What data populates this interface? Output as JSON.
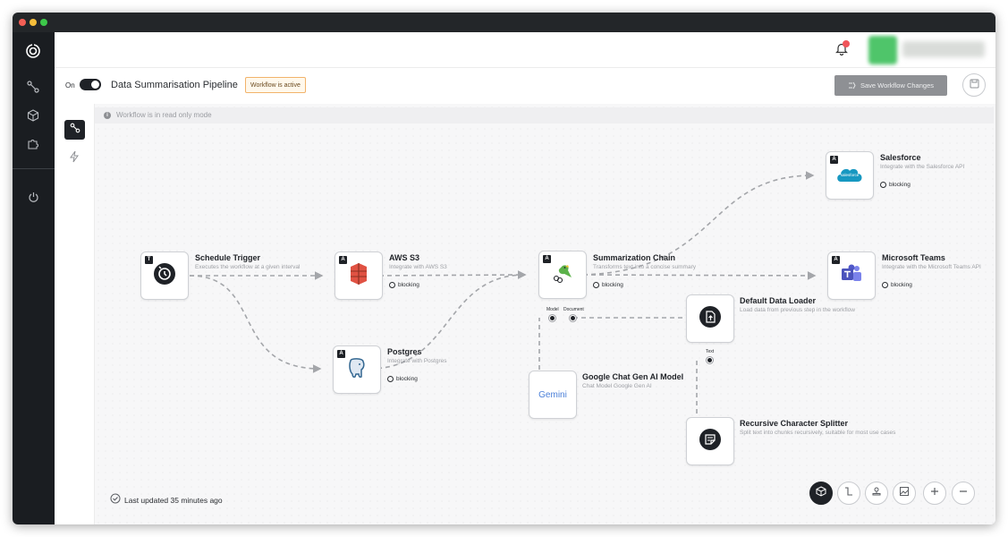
{
  "titlebar": {
    "dots": [
      "#f45f55",
      "#f6be3b",
      "#3dc84a"
    ]
  },
  "header": {
    "notification_dot_color": "#f0555a",
    "avatar_color": "#4fc56a"
  },
  "workflow": {
    "toggle_label": "On",
    "name": "Data Summarisation Pipeline",
    "status_badge": "Workflow is active",
    "save_button": "Save Workflow Changes"
  },
  "canvas": {
    "readonly_notice": "Workflow is in read only mode",
    "last_updated": "Last updated 35 minutes ago"
  },
  "nodes": {
    "schedule": {
      "badge": "T",
      "title": "Schedule Trigger",
      "desc": "Executes the workflow at a given interval"
    },
    "s3": {
      "badge": "A",
      "title": "AWS S3",
      "desc": "Integrate with AWS S3",
      "blocking": "blocking"
    },
    "postgres": {
      "badge": "A",
      "title": "Postgres",
      "desc": "Integrate with Postgres",
      "blocking": "blocking"
    },
    "summarization": {
      "badge": "A",
      "title": "Summarization Chain",
      "desc": "Transforms text into a concise summary",
      "blocking": "blocking",
      "port_model": "Model",
      "port_document": "Document"
    },
    "gemini": {
      "title": "Google Chat Gen AI Model",
      "desc": "Chat Model Google Gen AI",
      "logo_text": "Gemini"
    },
    "loader": {
      "title": "Default Data Loader",
      "desc": "Load data from previous step in the workflow",
      "port_text": "Text"
    },
    "splitter": {
      "title": "Recursive Character Splitter",
      "desc": "Split text into chunks recursively, suitable for most use cases"
    },
    "salesforce": {
      "badge": "A",
      "title": "Salesforce",
      "desc": "Integrate with the Salesforce API",
      "blocking": "blocking",
      "logo_text": "salesforce"
    },
    "teams": {
      "badge": "A",
      "title": "Microsoft Teams",
      "desc": "Integrate with the Microsoft Teams API",
      "blocking": "blocking"
    }
  },
  "toolbar_icons": [
    "cube-icon",
    "connector-icon",
    "stamp-icon",
    "image-icon",
    "zoom-in-icon",
    "zoom-out-icon"
  ]
}
